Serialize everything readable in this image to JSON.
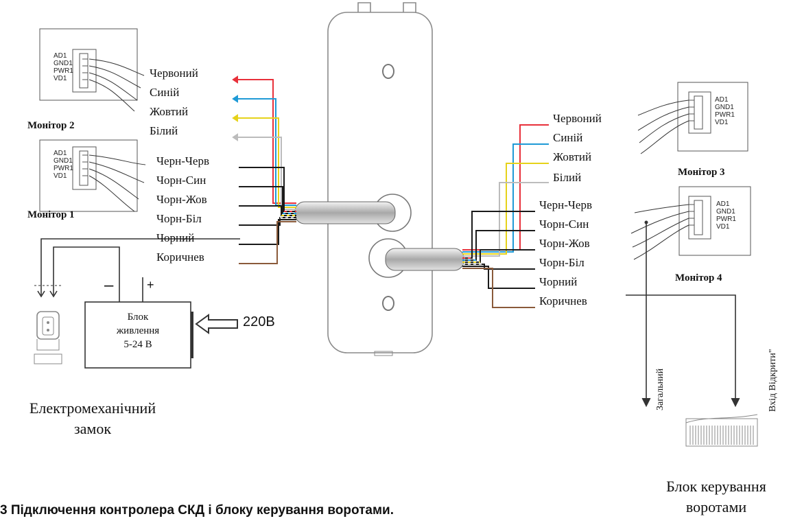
{
  "monitors": {
    "monitor1": {
      "title": "Монітор 1",
      "pins": [
        "AD1",
        "GND1",
        "PWR1",
        "VD1"
      ]
    },
    "monitor2": {
      "title": "Монітор 2",
      "pins": [
        "AD1",
        "GND1",
        "PWR1",
        "VD1"
      ]
    },
    "monitor3": {
      "title": "Монітор 3",
      "pins": [
        "AD1",
        "GND1",
        "PWR1",
        "VD1"
      ]
    },
    "monitor4": {
      "title": "Монітор 4",
      "pins": [
        "AD1",
        "GND1",
        "PWR1",
        "VD1"
      ]
    }
  },
  "left_wires": [
    "Червоний",
    "Синій",
    "Жовтий",
    "Білий",
    "Черн-Черв",
    "Чорн-Син",
    "Чорн-Жов",
    "Чорн-Біл",
    "Чорний",
    "Коричнев"
  ],
  "right_wires": [
    "Червоний",
    "Синій",
    "Жовтий",
    "Білий",
    "Черн-Черв",
    "Чорн-Син",
    "Чорн-Жов",
    "Чорн-Біл",
    "Чорний",
    "Коричнев"
  ],
  "power_supply": {
    "line1": "Блок",
    "line2": "живлення",
    "line3": "5-24 В",
    "minus": "–",
    "plus": "+"
  },
  "mains_label": "220В",
  "lock": {
    "line1": "Електромеханічний",
    "line2": "замок"
  },
  "gate": {
    "line1": "Блок керування",
    "line2": "воротами",
    "common": "Загальний",
    "open_input": "Вхід Відкрити\""
  },
  "caption": "3 Підключення контролера СКД і блоку керування воротами.",
  "colors": {
    "red": "#e8303a",
    "blue": "#1e9ad6",
    "yellow": "#e6d21a",
    "white": "#bcbcbc",
    "black": "#1a1a1a",
    "brown": "#8a5a3a"
  }
}
